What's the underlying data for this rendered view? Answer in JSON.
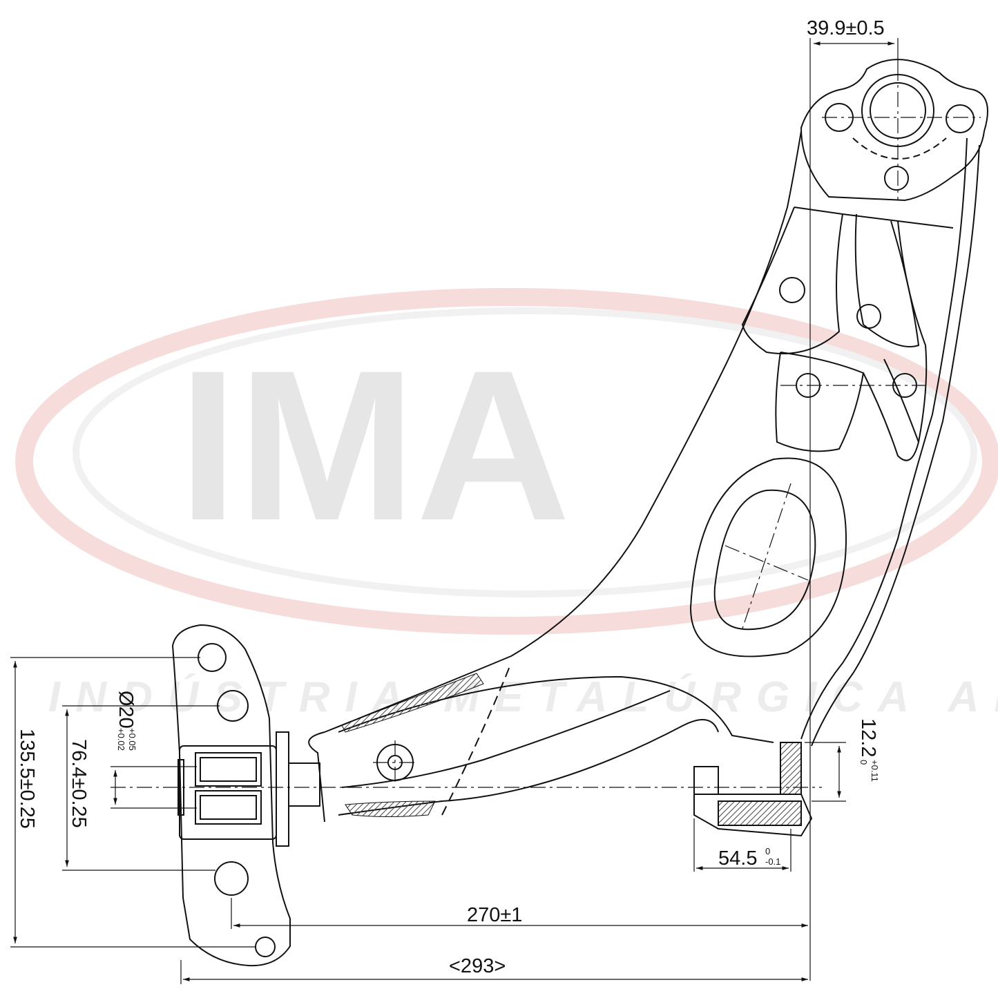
{
  "watermark": {
    "logo_letters": "IMA",
    "company": "INDÚSTRIA METALÚRGICA ALLI",
    "ring_color": "#f6d7d7",
    "letter_color": "#e6e6e6"
  },
  "dimensions": {
    "ball_joint_offset": "39.9±0.5",
    "bushing_diameter_main": "Ø20",
    "bushing_diameter_tol_upper": "+0.05",
    "bushing_diameter_tol_lower": "+0.02",
    "mount_spacing": "76.4±0.25",
    "bracket_height": "135.5±0.25",
    "rear_bushing_offset_main": "12.2",
    "rear_bushing_offset_tol_upper": "+0.11",
    "rear_bushing_offset_tol_lower": "0",
    "rear_bushing_length_main": "54.5",
    "rear_bushing_length_tol_upper": "0",
    "rear_bushing_length_tol_lower": "-0.1",
    "pivot_to_ball_joint": "270±1",
    "overall_length": "<293>"
  },
  "colors": {
    "line": "#111111",
    "hatch": "#555555"
  }
}
